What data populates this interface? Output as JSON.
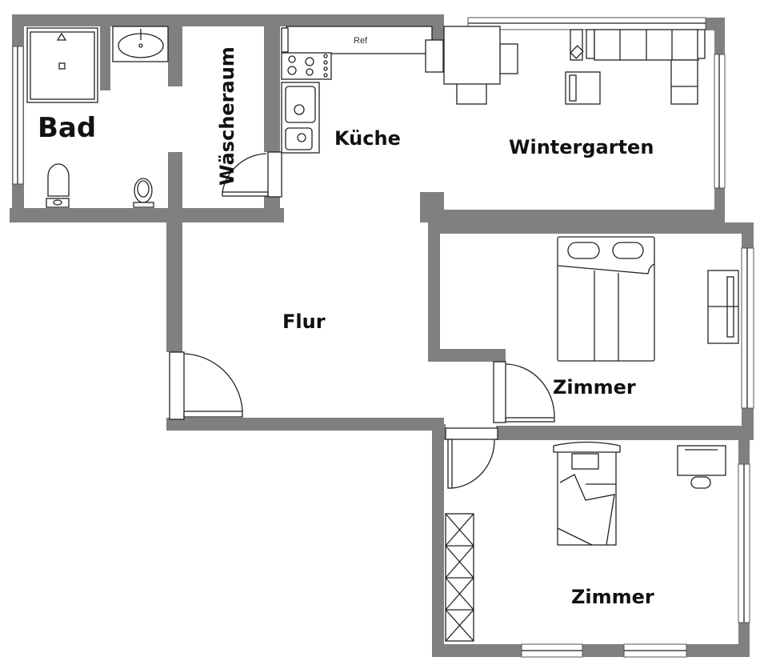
{
  "plan": {
    "rooms": {
      "bad": "Bad",
      "waescheraum": "Wäscheraum",
      "kueche": "Küche",
      "wintergarten": "Wintergarten",
      "flur": "Flur",
      "zimmer1": "Zimmer",
      "zimmer2": "Zimmer"
    },
    "fixtures": {
      "fridge": "Ref"
    },
    "colors": {
      "wall": "#808080",
      "line": "#222222"
    }
  }
}
